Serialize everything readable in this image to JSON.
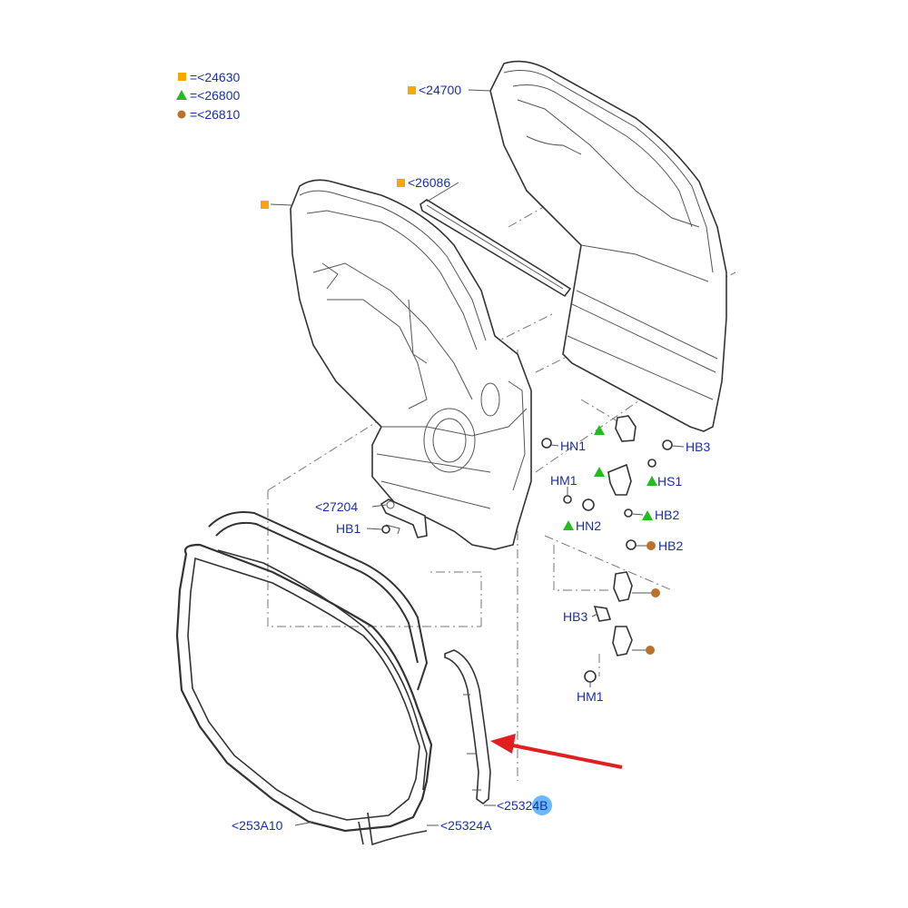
{
  "colors": {
    "label": "#1a2fa8",
    "square_marker": "#f5a800",
    "triangle_marker": "#22bb22",
    "circle_marker": "#b8722c",
    "arrow": "#e02020",
    "highlight": "#3aa0ff"
  },
  "legend": [
    {
      "marker": "square",
      "text": "=<24630"
    },
    {
      "marker": "triangle",
      "text": "=<26800"
    },
    {
      "marker": "circle",
      "text": "=<26810"
    }
  ],
  "labels": {
    "outer_panel": "<24700",
    "belt_molding": "<26086",
    "check_arm": "<27204",
    "hb1_left": "HB1",
    "hn1": "HN1",
    "hb3_top": "HB3",
    "hm1_top": "HM1",
    "hs1": "HS1",
    "hn2": "HN2",
    "hb2_a": "HB2",
    "hb2_b": "HB2",
    "hb3_bottom": "HB3",
    "hm1_bottom": "HM1",
    "weatherstrip_main": "<253A10",
    "weatherstrip_a": "<25324A",
    "weatherstrip_b": "<25324B"
  }
}
